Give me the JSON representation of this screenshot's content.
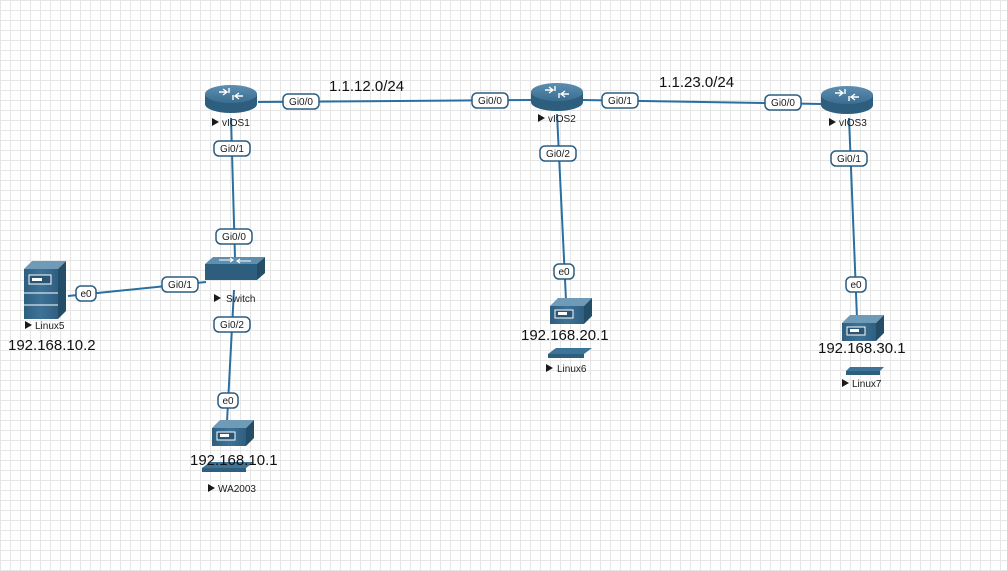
{
  "colors": {
    "device_dark": "#2e5e7e",
    "device_mid": "#3f7497",
    "device_light": "#6f9bb8",
    "link": "#2a6fa3",
    "port_border": "#2b5d80"
  },
  "networks": {
    "net_12": "1.1.12.0/24",
    "net_23": "1.1.23.0/24"
  },
  "nodes": {
    "vios1": {
      "label": "vIOS1",
      "icon": "router-icon"
    },
    "vios2": {
      "label": "vIOS2",
      "icon": "router-icon"
    },
    "vios3": {
      "label": "vIOS3",
      "icon": "router-icon"
    },
    "switch": {
      "label": "Switch",
      "icon": "switch-icon"
    },
    "linux5": {
      "label": "Linux5",
      "icon": "server-icon",
      "ip": "192.168.10.2"
    },
    "wa2003": {
      "label": "WA2003",
      "icon": "server-icon",
      "ip": "192.168.10.1"
    },
    "linux6": {
      "label": "Linux6",
      "icon": "server-icon",
      "ip": "192.168.20.1"
    },
    "linux7": {
      "label": "Linux7",
      "icon": "server-icon",
      "ip": "192.168.30.1"
    }
  },
  "ports": {
    "vios1_gi00": "Gi0/0",
    "vios2_gi00": "Gi0/0",
    "vios2_gi01": "Gi0/1",
    "vios3_gi00": "Gi0/0",
    "vios1_gi01": "Gi0/1",
    "switch_gi00": "Gi0/0",
    "switch_gi01": "Gi0/1",
    "switch_gi02": "Gi0/2",
    "linux5_e0": "e0",
    "wa2003_e0": "e0",
    "vios2_gi02": "Gi0/2",
    "linux6_e0": "e0",
    "vios3_gi01": "Gi0/1",
    "linux7_e0": "e0"
  }
}
